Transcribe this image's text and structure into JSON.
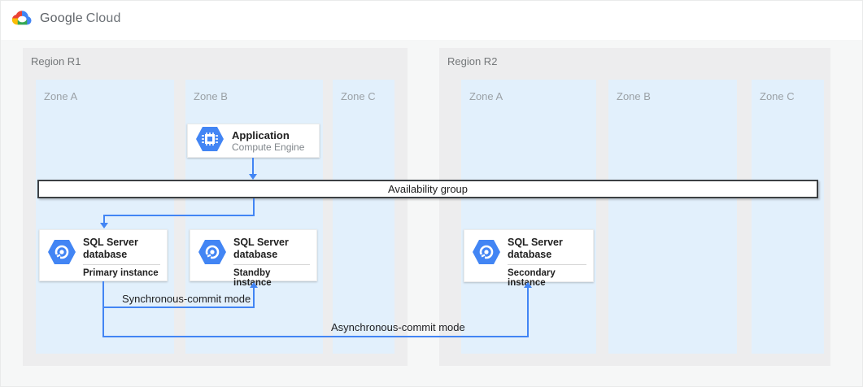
{
  "logo": {
    "brand_google": "Google",
    "brand_cloud": "Cloud"
  },
  "regions": [
    {
      "label": "Region R1",
      "zones": [
        {
          "label": "Zone A"
        },
        {
          "label": "Zone B"
        },
        {
          "label": "Zone C"
        }
      ]
    },
    {
      "label": "Region R2",
      "zones": [
        {
          "label": "Zone A"
        },
        {
          "label": "Zone B"
        },
        {
          "label": "Zone C"
        }
      ]
    }
  ],
  "availability_group": {
    "label": "Availability group"
  },
  "cards": {
    "application": {
      "title": "Application",
      "subtitle": "Compute Engine",
      "icon": "compute-engine-icon"
    },
    "primary_db": {
      "title": "SQL Server database",
      "instance": "Primary instance",
      "icon": "cloud-sql-icon"
    },
    "standby_db": {
      "title": "SQL Server database",
      "instance": "Standby instance",
      "icon": "cloud-sql-icon"
    },
    "secondary_db": {
      "title": "SQL Server database",
      "instance": "Secondary instance",
      "icon": "cloud-sql-icon"
    }
  },
  "connections": {
    "sync_label": "Synchronous-commit mode",
    "async_label": "Asynchronous-commit mode"
  },
  "colors": {
    "arrow_blue": "#4285F4",
    "zone_bg": "#E2F0FC",
    "region_bg": "#EDEDEE",
    "icon_hexagon": "#4285F4",
    "bar_border": "#3C4043",
    "logo_red": "#EA4335",
    "logo_yellow": "#FBBC05",
    "logo_green": "#34A853",
    "logo_blue": "#4285F4"
  }
}
